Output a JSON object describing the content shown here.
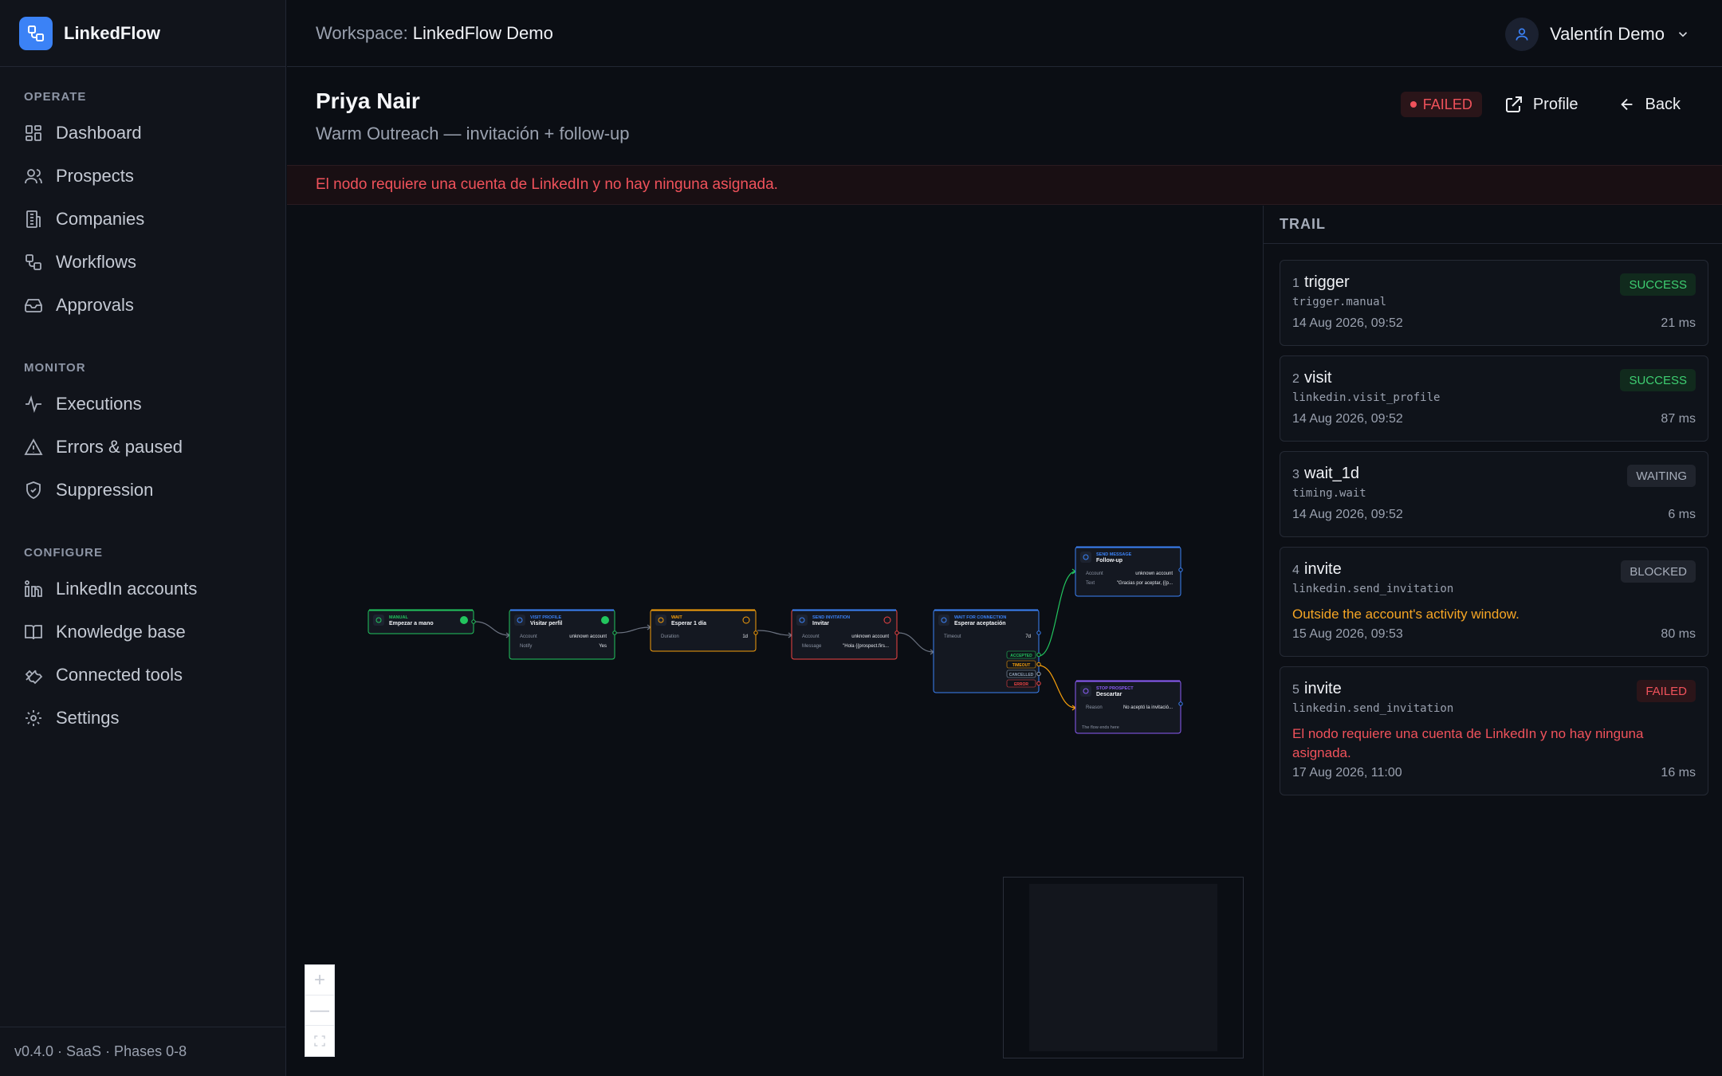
{
  "app": {
    "name": "LinkedFlow",
    "version": "v0.4.0 · SaaS · Phases 0-8"
  },
  "topbar": {
    "workspace_label": "Workspace:",
    "workspace_name": "LinkedFlow Demo",
    "user_name": "Valentín Demo"
  },
  "sidebar": {
    "sections": [
      {
        "heading": "OPERATE",
        "items": [
          {
            "label": "Dashboard",
            "icon": "grid-icon"
          },
          {
            "label": "Prospects",
            "icon": "users-icon"
          },
          {
            "label": "Companies",
            "icon": "building-icon"
          },
          {
            "label": "Workflows",
            "icon": "workflow-icon"
          },
          {
            "label": "Approvals",
            "icon": "inbox-icon"
          }
        ]
      },
      {
        "heading": "MONITOR",
        "items": [
          {
            "label": "Executions",
            "icon": "activity-icon"
          },
          {
            "label": "Errors & paused",
            "icon": "warning-icon"
          },
          {
            "label": "Suppression",
            "icon": "shield-icon"
          }
        ]
      },
      {
        "heading": "CONFIGURE",
        "items": [
          {
            "label": "LinkedIn accounts",
            "icon": "linkedin-icon"
          },
          {
            "label": "Knowledge base",
            "icon": "book-icon"
          },
          {
            "label": "Connected tools",
            "icon": "wrench-icon"
          },
          {
            "label": "Settings",
            "icon": "gear-icon"
          }
        ]
      }
    ]
  },
  "header": {
    "prospect_name": "Priya Nair",
    "workflow_name": "Warm Outreach — invitación + follow-up",
    "status": "FAILED",
    "profile_label": "Profile",
    "back_label": "Back"
  },
  "error_banner": "El nodo requiere una cuenta de LinkedIn y no hay ninguna asignada.",
  "canvas": {
    "nodes": [
      {
        "id": "manual",
        "kind": "MANUAL",
        "title": "Empezar a mano",
        "color": "#22c55e",
        "rows": []
      },
      {
        "id": "visit",
        "kind": "VISIT PROFILE",
        "title": "Visitar perfil",
        "color": "#3b82f6",
        "rows": [
          {
            "k": "Account",
            "v": "unknown account"
          },
          {
            "k": "Notify",
            "v": "Yes"
          }
        ]
      },
      {
        "id": "wait",
        "kind": "WAIT",
        "title": "Esperar 1 día",
        "color": "#f59e0b",
        "rows": [
          {
            "k": "Duration",
            "v": "1d"
          }
        ]
      },
      {
        "id": "invite",
        "kind": "SEND INVITATION",
        "title": "Invitar",
        "color": "#3b82f6",
        "rows": [
          {
            "k": "Account",
            "v": "unknown account"
          },
          {
            "k": "Message",
            "v": "\"Hola {{prospect.firs..."
          }
        ]
      },
      {
        "id": "waitconn",
        "kind": "WAIT FOR CONNECTION",
        "title": "Esperar aceptación",
        "color": "#3b82f6",
        "rows": [
          {
            "k": "Timeout",
            "v": "7d"
          }
        ],
        "branches": [
          {
            "label": "ACCEPTED",
            "color": "#22c55e"
          },
          {
            "label": "TIMEOUT",
            "color": "#f59e0b"
          },
          {
            "label": "CANCELLED",
            "color": "#94a3b8"
          },
          {
            "label": "ERROR",
            "color": "#ef4444"
          }
        ]
      },
      {
        "id": "message",
        "kind": "SEND MESSAGE",
        "title": "Follow-up",
        "color": "#3b82f6",
        "rows": [
          {
            "k": "Account",
            "v": "unknown account"
          },
          {
            "k": "Text",
            "v": "\"Gracias por aceptar, {{p..."
          }
        ]
      },
      {
        "id": "stop",
        "kind": "STOP PROSPECT",
        "title": "Descartar",
        "color": "#8b5cf6",
        "rows": [
          {
            "k": "Reason",
            "v": "No aceptó la invitació..."
          }
        ],
        "footer": "The flow ends here"
      }
    ],
    "zoom_in": "+",
    "zoom_out": "—"
  },
  "trail": {
    "heading": "TRAIL",
    "steps": [
      {
        "num": "1",
        "name": "trigger",
        "type": "trigger.manual",
        "status": "SUCCESS",
        "time": "14 Aug 2026, 09:52",
        "duration": "21 ms",
        "note": ""
      },
      {
        "num": "2",
        "name": "visit",
        "type": "linkedin.visit_profile",
        "status": "SUCCESS",
        "time": "14 Aug 2026, 09:52",
        "duration": "87 ms",
        "note": ""
      },
      {
        "num": "3",
        "name": "wait_1d",
        "type": "timing.wait",
        "status": "WAITING",
        "time": "14 Aug 2026, 09:52",
        "duration": "6 ms",
        "note": ""
      },
      {
        "num": "4",
        "name": "invite",
        "type": "linkedin.send_invitation",
        "status": "BLOCKED",
        "time": "15 Aug 2026, 09:53",
        "duration": "80 ms",
        "note": "Outside the account's activity window."
      },
      {
        "num": "5",
        "name": "invite",
        "type": "linkedin.send_invitation",
        "status": "FAILED",
        "time": "17 Aug 2026, 11:00",
        "duration": "16 ms",
        "note": "El nodo requiere una cuenta de LinkedIn y no hay ninguna asignada."
      }
    ]
  },
  "colors": {
    "accent": "#3b82f6",
    "success": "#3ecf72",
    "danger": "#f0525b",
    "warning": "#f5a524",
    "background": "#0b0e14"
  }
}
